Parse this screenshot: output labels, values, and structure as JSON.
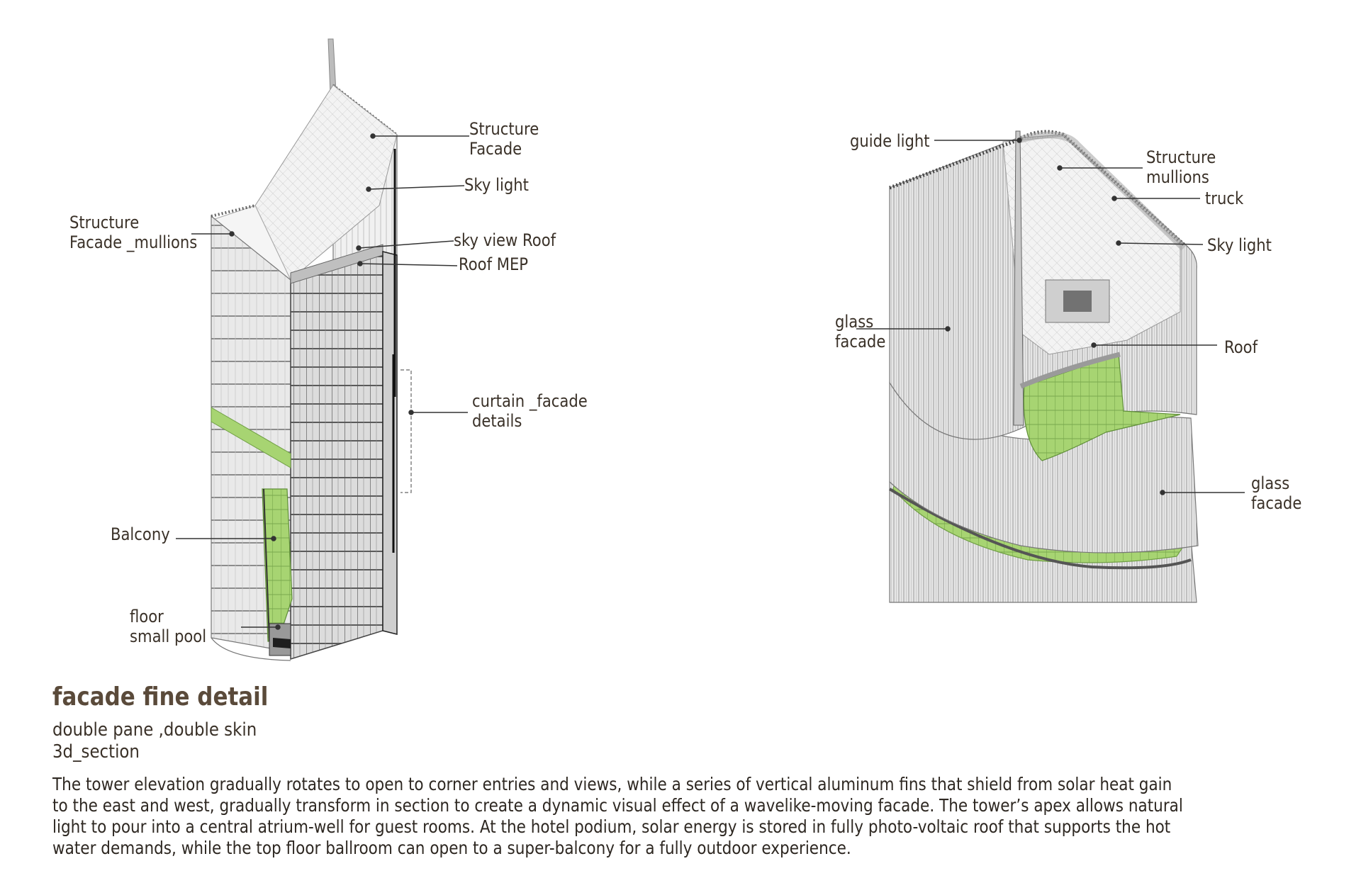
{
  "left_labels": {
    "structure_facade": "Structure\nFacade",
    "sky_light": "Sky light",
    "structure_facade_mullions": "Structure\nFacade _mullions",
    "sky_view_roof": "sky view Roof",
    "roof_mep": "Roof MEP",
    "curtain_facade_details": "curtain _facade\ndetails",
    "balcony": "Balcony",
    "floor_small_pool": "floor\nsmall pool"
  },
  "right_labels": {
    "guide_light": "guide light",
    "structure_mullions": "Structure\nmullions",
    "truck": "truck",
    "sky_light": "Sky light",
    "glass_facade_left": "glass\nfacade",
    "roof": "Roof",
    "glass_facade_right": "glass\nfacade"
  },
  "caption": {
    "title": "facade fine detail",
    "subtitle_1": "double pane ,double skin",
    "subtitle_2": "3d_section",
    "description": [
      "The tower elevation gradually rotates to open to corner entries and views, while a series of vertical aluminum fins that shield from solar heat gain",
      "to the east and west, gradually transform in section to create a dynamic visual effect of a wavelike-moving facade. The tower’s apex allows natural",
      "light to pour into a central atrium-well for guest rooms. At the hotel podium, solar energy is stored in fully photo-voltaic roof that supports the hot",
      "water demands, while the top floor ballroom can open to a super-balcony for a fully outdoor experience."
    ]
  },
  "colors": {
    "text": "#3a3128",
    "heading": "#5a4a3a",
    "green_glass": "#9fcf6a",
    "structure_grey": "#d8d8d8",
    "line": "#333333"
  }
}
